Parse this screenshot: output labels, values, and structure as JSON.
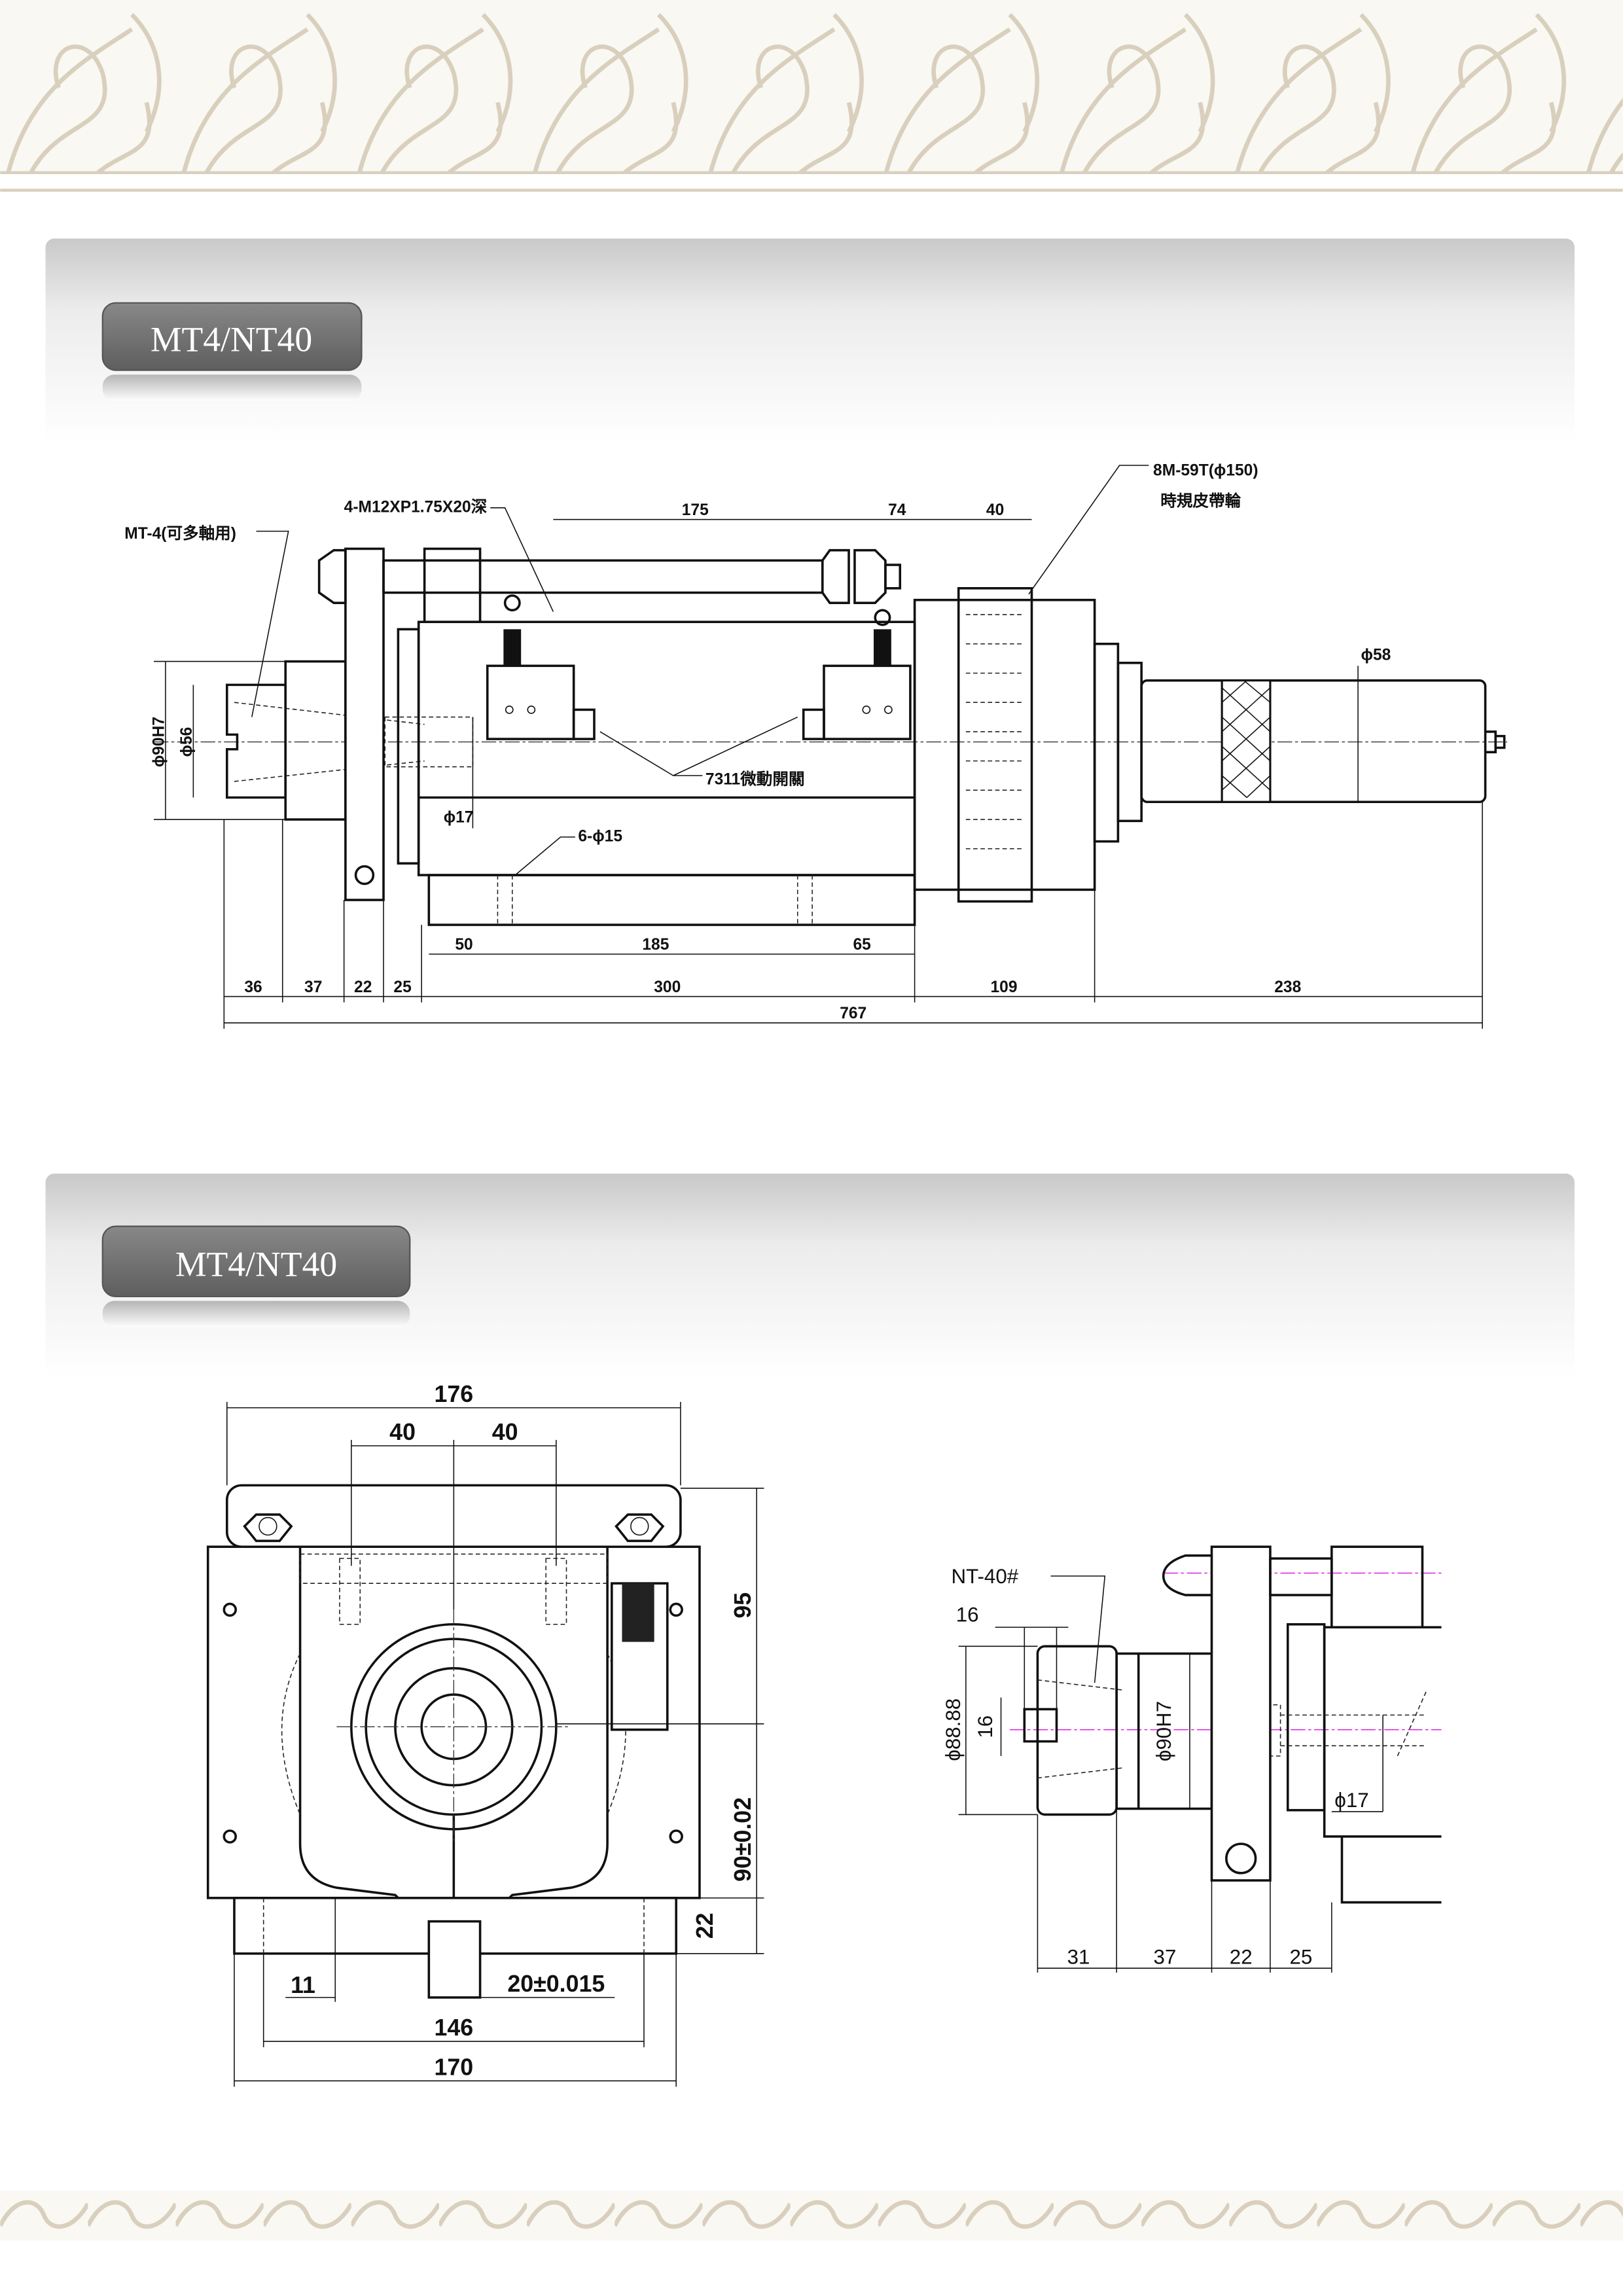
{
  "sections": [
    {
      "title": "MT4/NT40"
    },
    {
      "title": "MT4/NT40"
    }
  ],
  "side_view": {
    "callouts": {
      "mt4": "MT-4(可多軸用)",
      "thread": "4-M12XP1.75X20深",
      "pulley_code": "8M-59T(ϕ150)",
      "pulley_name": "時規皮帶輪",
      "shaft_dia": "ϕ58",
      "switch": "7311微動開關",
      "bore": "ϕ17",
      "holes": "6-ϕ15",
      "bore_h7": "ϕ90H7",
      "nose_dia": "ϕ56"
    },
    "top_dims": [
      "175",
      "74",
      "40"
    ],
    "base_dims": [
      "50",
      "185",
      "65"
    ],
    "length_dims": [
      "36",
      "37",
      "22",
      "25",
      "300",
      "109",
      "238"
    ],
    "overall": "767"
  },
  "front_view": {
    "width_top": "176",
    "hole_spacing": [
      "40",
      "40"
    ],
    "height_upper": "95",
    "center_height": "90±0.02",
    "base_height": "22",
    "key_offset": "11",
    "key_width": "20±0.015",
    "base_inner": "146",
    "base_outer": "170"
  },
  "nose_detail": {
    "label": "NT-40#",
    "slot_width": "16",
    "slot_height": "16",
    "nose_dia": "ϕ88.88",
    "bore_h7": "ϕ90H7",
    "bore": "ϕ17",
    "length_dims": [
      "31",
      "37",
      "22",
      "25"
    ]
  },
  "colors": {
    "pill": "#6f6f6f",
    "ornament": "#d9cfbd",
    "centerline": "#e020e0"
  }
}
